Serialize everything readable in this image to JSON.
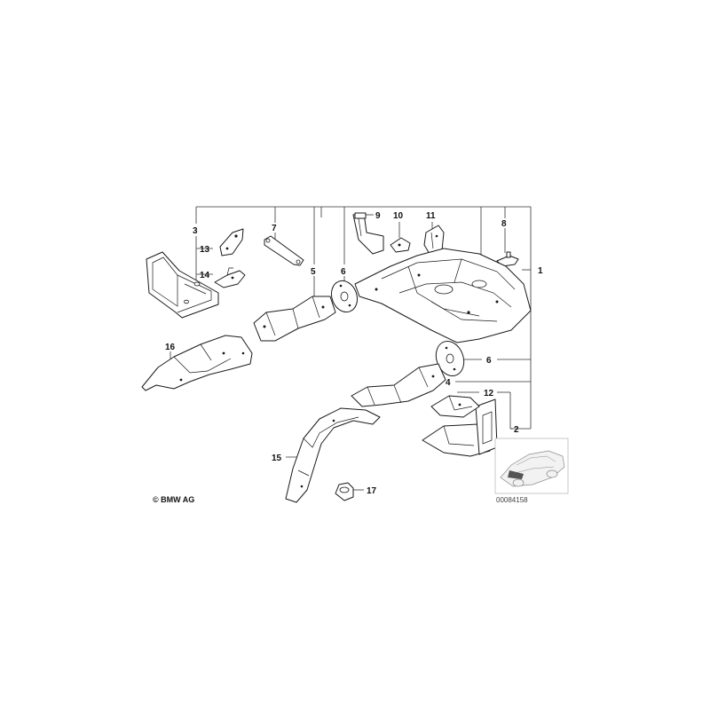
{
  "callouts": {
    "c1": "1",
    "c2": "2",
    "c3": "3",
    "c4": "4",
    "c5": "5",
    "c6a": "6",
    "c6b": "6",
    "c7": "7",
    "c8": "8",
    "c9": "9",
    "c10": "10",
    "c11": "11",
    "c12": "12",
    "c13": "13",
    "c14": "14",
    "c15": "15",
    "c16": "16",
    "c17": "17"
  },
  "copyright": "© BMW AG",
  "document_number": "00084158",
  "colors": {
    "line": "#1a1a1a",
    "background": "#ffffff",
    "thumbnail_border": "#bbbbbb"
  }
}
